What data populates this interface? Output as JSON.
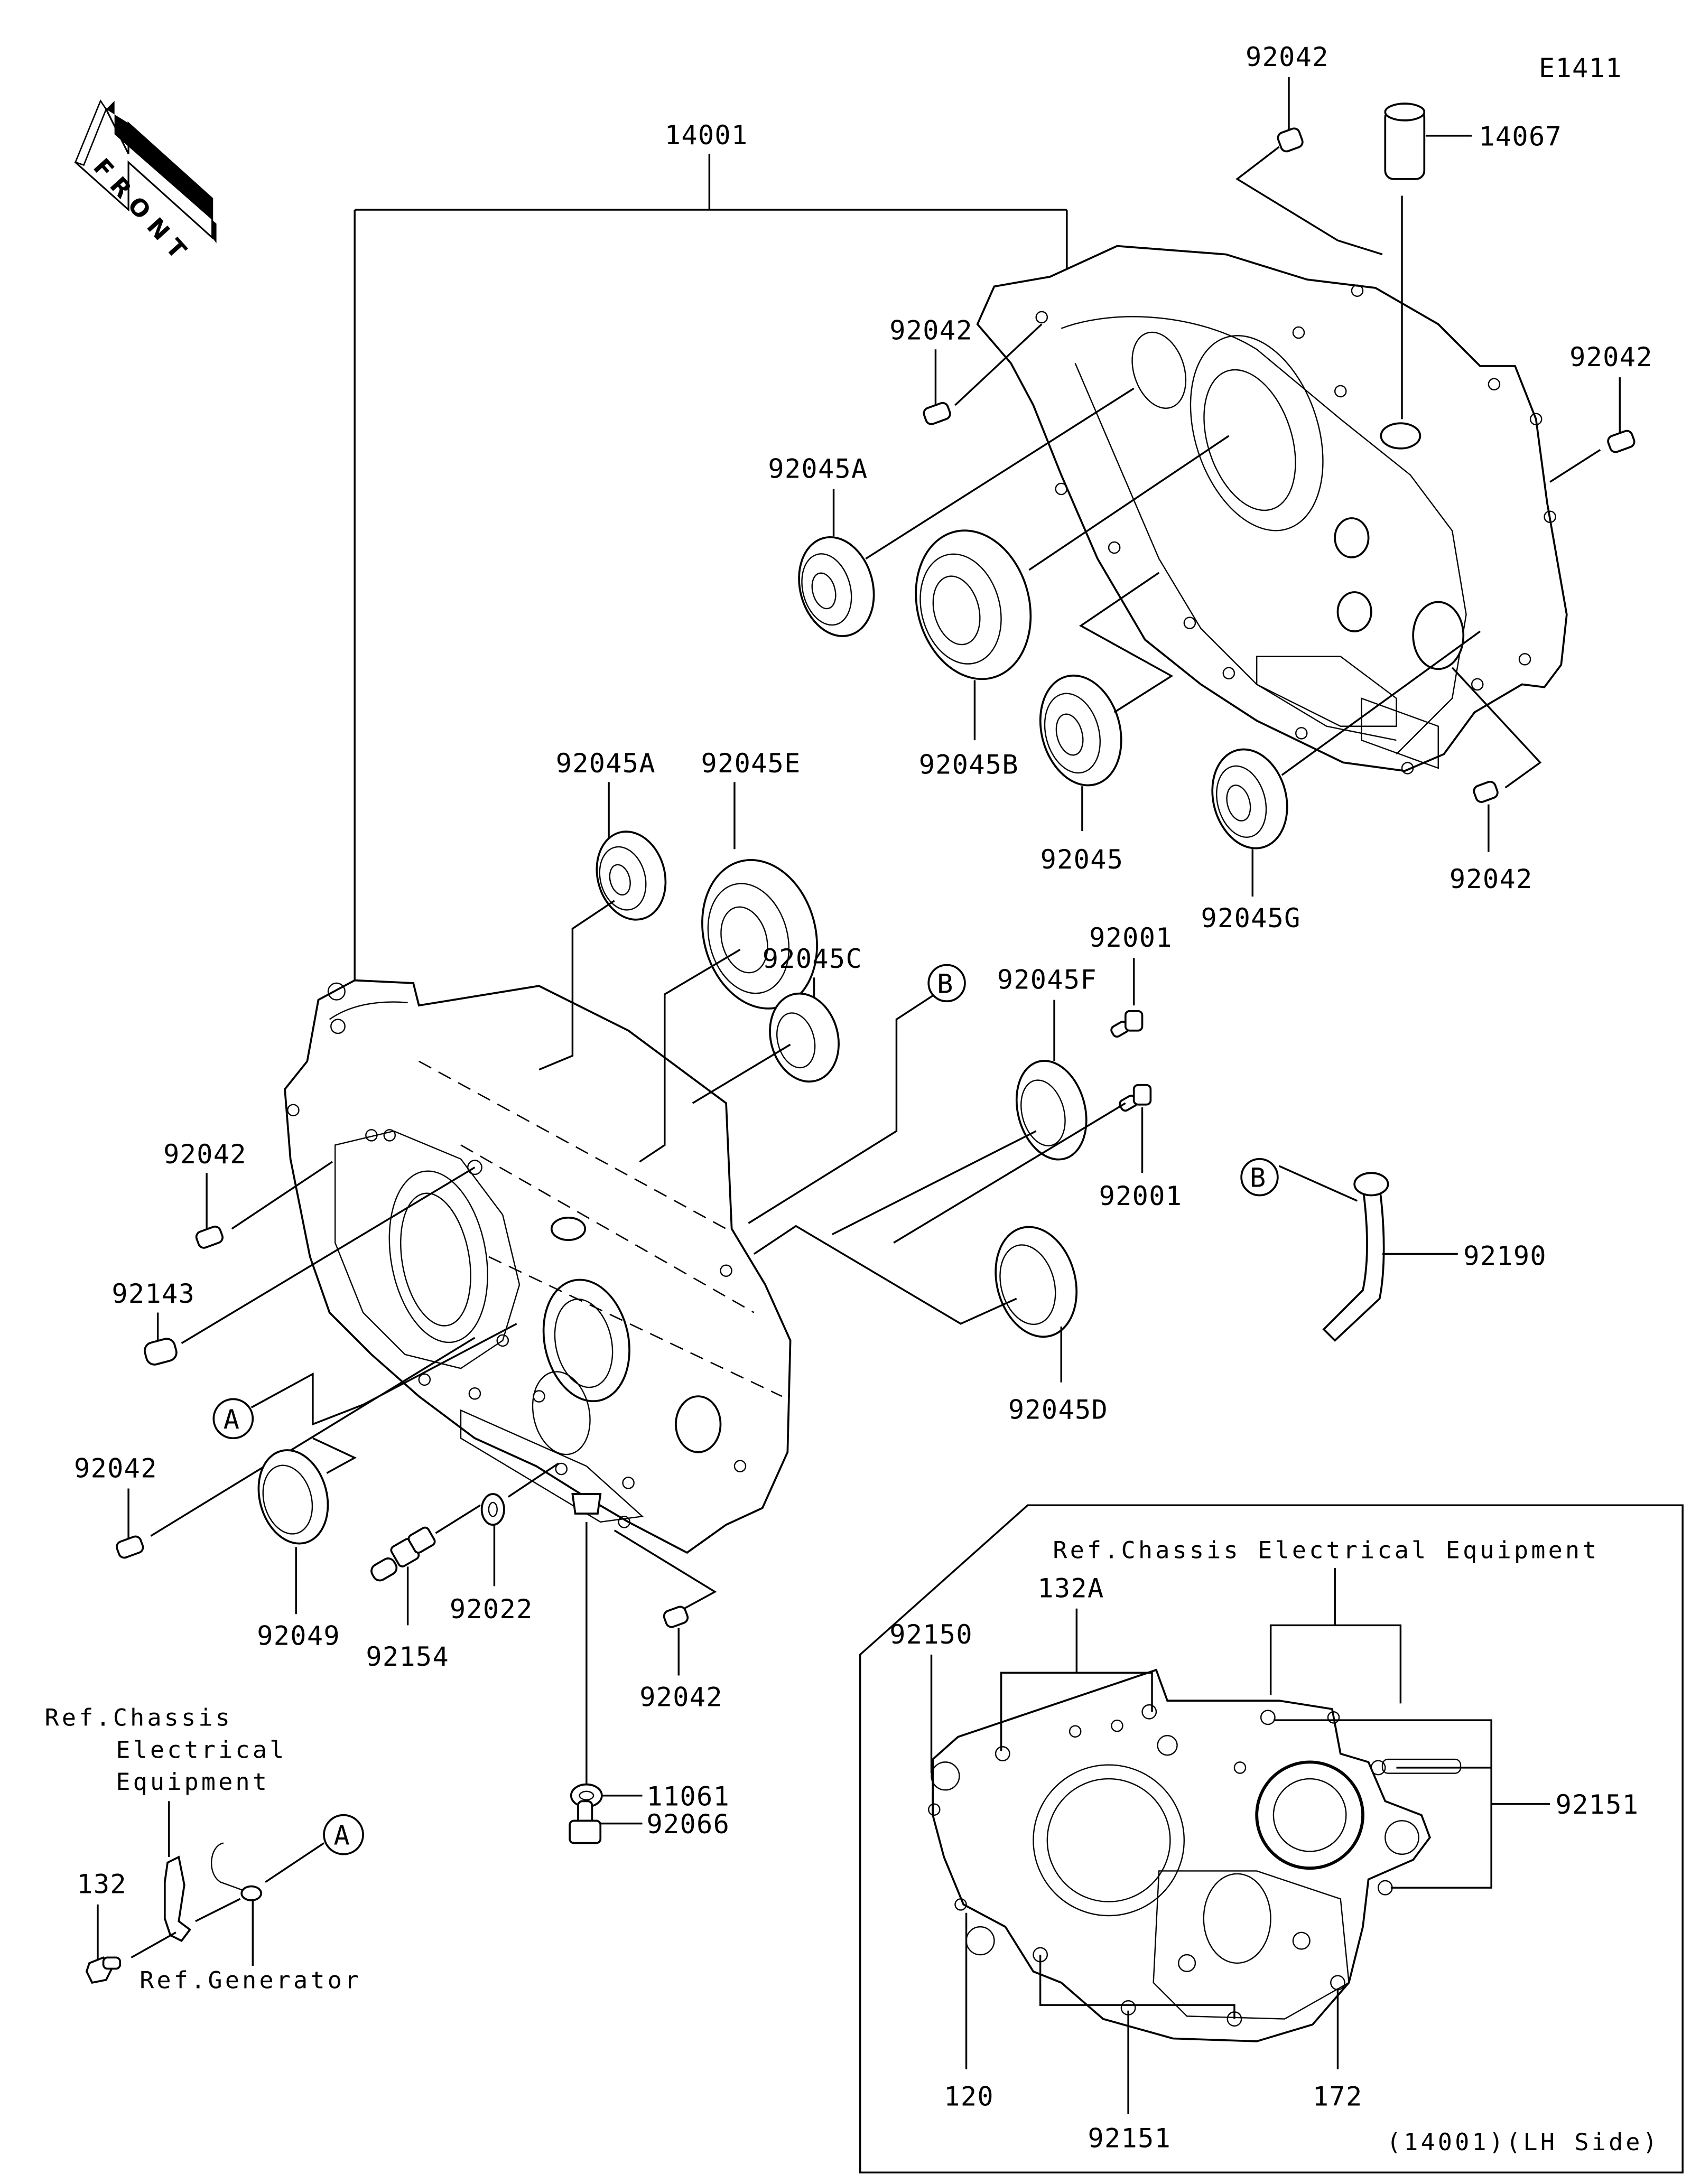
{
  "diagram": {
    "code": "E1411",
    "front_indicator": "FRONT",
    "inset_caption": "(14001)(LH Side)",
    "callouts": {
      "a": "A",
      "b": "B"
    },
    "labels": {
      "p14001": "14001",
      "p14067": "14067",
      "p92042_top": "92042",
      "p92042_upper_mid": "92042",
      "p92042_right": "92042",
      "p92042_right_low": "92042",
      "p92042_left": "92042",
      "p92042_left_low": "92042",
      "p92042_bottom": "92042",
      "p92045A_upper": "92045A",
      "p92045B": "92045B",
      "p92045": "92045",
      "p92045G": "92045G",
      "p92045A_lower": "92045A",
      "p92045E": "92045E",
      "p92045C": "92045C",
      "p92045F": "92045F",
      "p92045D": "92045D",
      "p92001_top": "92001",
      "p92001_bottom": "92001",
      "p92190": "92190",
      "p92143": "92143",
      "p92049": "92049",
      "p92154": "92154",
      "p92022": "92022",
      "p11061": "11061",
      "p92066": "92066",
      "p132": "132",
      "ref_chassis_line1": "Ref.Chassis",
      "ref_chassis_line2": "Electrical",
      "ref_chassis_line3": "Equipment",
      "ref_generator": "Ref.Generator"
    },
    "inset": {
      "ref_chassis": "Ref.Chassis Electrical Equipment",
      "p92150": "92150",
      "p132A": "132A",
      "p92151_right": "92151",
      "p92151_bottom": "92151",
      "p120": "120",
      "p172": "172"
    }
  }
}
